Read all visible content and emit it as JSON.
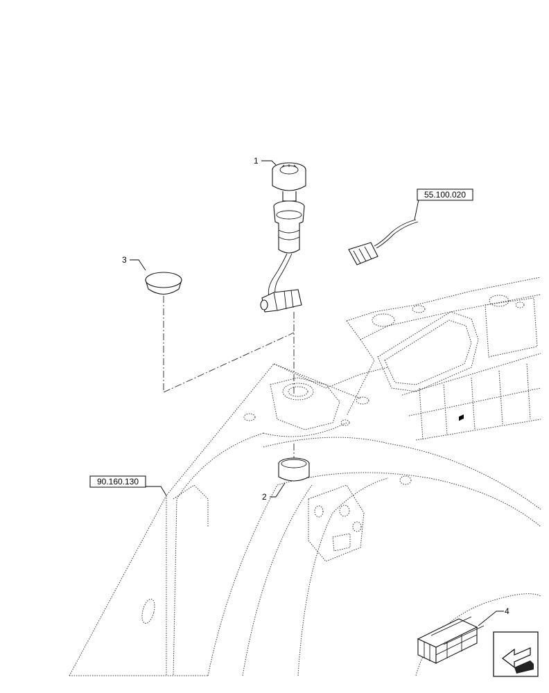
{
  "callouts": [
    {
      "id": "callout-1",
      "number": "1"
    },
    {
      "id": "callout-2",
      "number": "2"
    },
    {
      "id": "callout-3",
      "number": "3"
    },
    {
      "id": "callout-4",
      "number": "4"
    }
  ],
  "references": {
    "harness": "55.100.020",
    "frame": "90.160.130"
  }
}
